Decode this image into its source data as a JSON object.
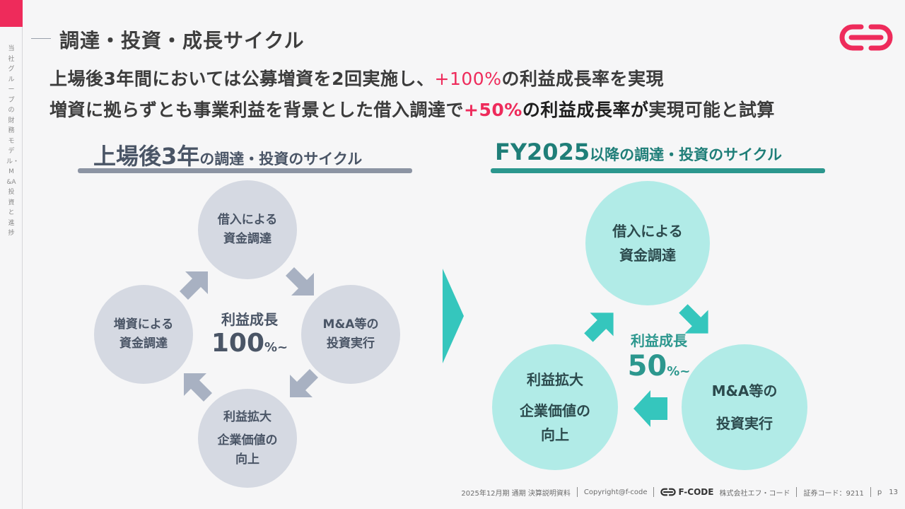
{
  "sidebar": {
    "vertical_text": "当社グループの財務モデル・M&A投資と進捗"
  },
  "header": {
    "title": "調達・投資・成長サイクル"
  },
  "lead": {
    "line1": {
      "part1": "上場後3年間においては公募増資を2回実施し、",
      "part2": "+100%",
      "part3": "の利益成長率を実現"
    },
    "line2": {
      "part1": "増資に拠らずとも事業利益を背景とした借入調達で",
      "part2": "+50%",
      "part3": "の利益成長率が",
      "part4": "実現可能と試算"
    }
  },
  "left_panel": {
    "title_big": "上場後3年",
    "title_small": "の調達・投資のサイクル",
    "circles": {
      "top": [
        "借入による",
        "資金調達"
      ],
      "right": [
        "M&A等の",
        "投資実行"
      ],
      "bottom": [
        "利益拡大",
        "企業価値の",
        "向上"
      ],
      "left": [
        "増資による",
        "資金調達"
      ]
    },
    "center": {
      "label": "利益成長",
      "value": "100",
      "unit": "%~"
    }
  },
  "right_panel": {
    "title_big": "FY2025",
    "title_small": "以降の調達・投資のサイクル",
    "circles": {
      "top": [
        "借入による",
        "資金調達"
      ],
      "right": [
        "M&A等の",
        "投資実行"
      ],
      "left": [
        "利益拡大",
        "企業価値の",
        "向上"
      ]
    },
    "center": {
      "label": "利益成長",
      "value": "50",
      "unit": "%~"
    }
  },
  "footer": {
    "doc_name": "2025年12月期 通期 決算説明資料",
    "copyright": "Copyright@f-code",
    "brand": "F-CODE",
    "company": "株式会社エフ・コード",
    "stock_code": "証券コード：9211",
    "page_prefix": "p",
    "page_number": "13"
  },
  "colors": {
    "accent_red": "#ee2b5b",
    "teal": "#2c978e",
    "teal_light": "#b1ebe7",
    "slate": "#4a5566",
    "gray_circle": "#d5d9e2"
  },
  "icons": {
    "logo": "f-code-logo-icon",
    "cycle_arrows": "arrow-icon",
    "transition": "chevron-right-icon"
  }
}
